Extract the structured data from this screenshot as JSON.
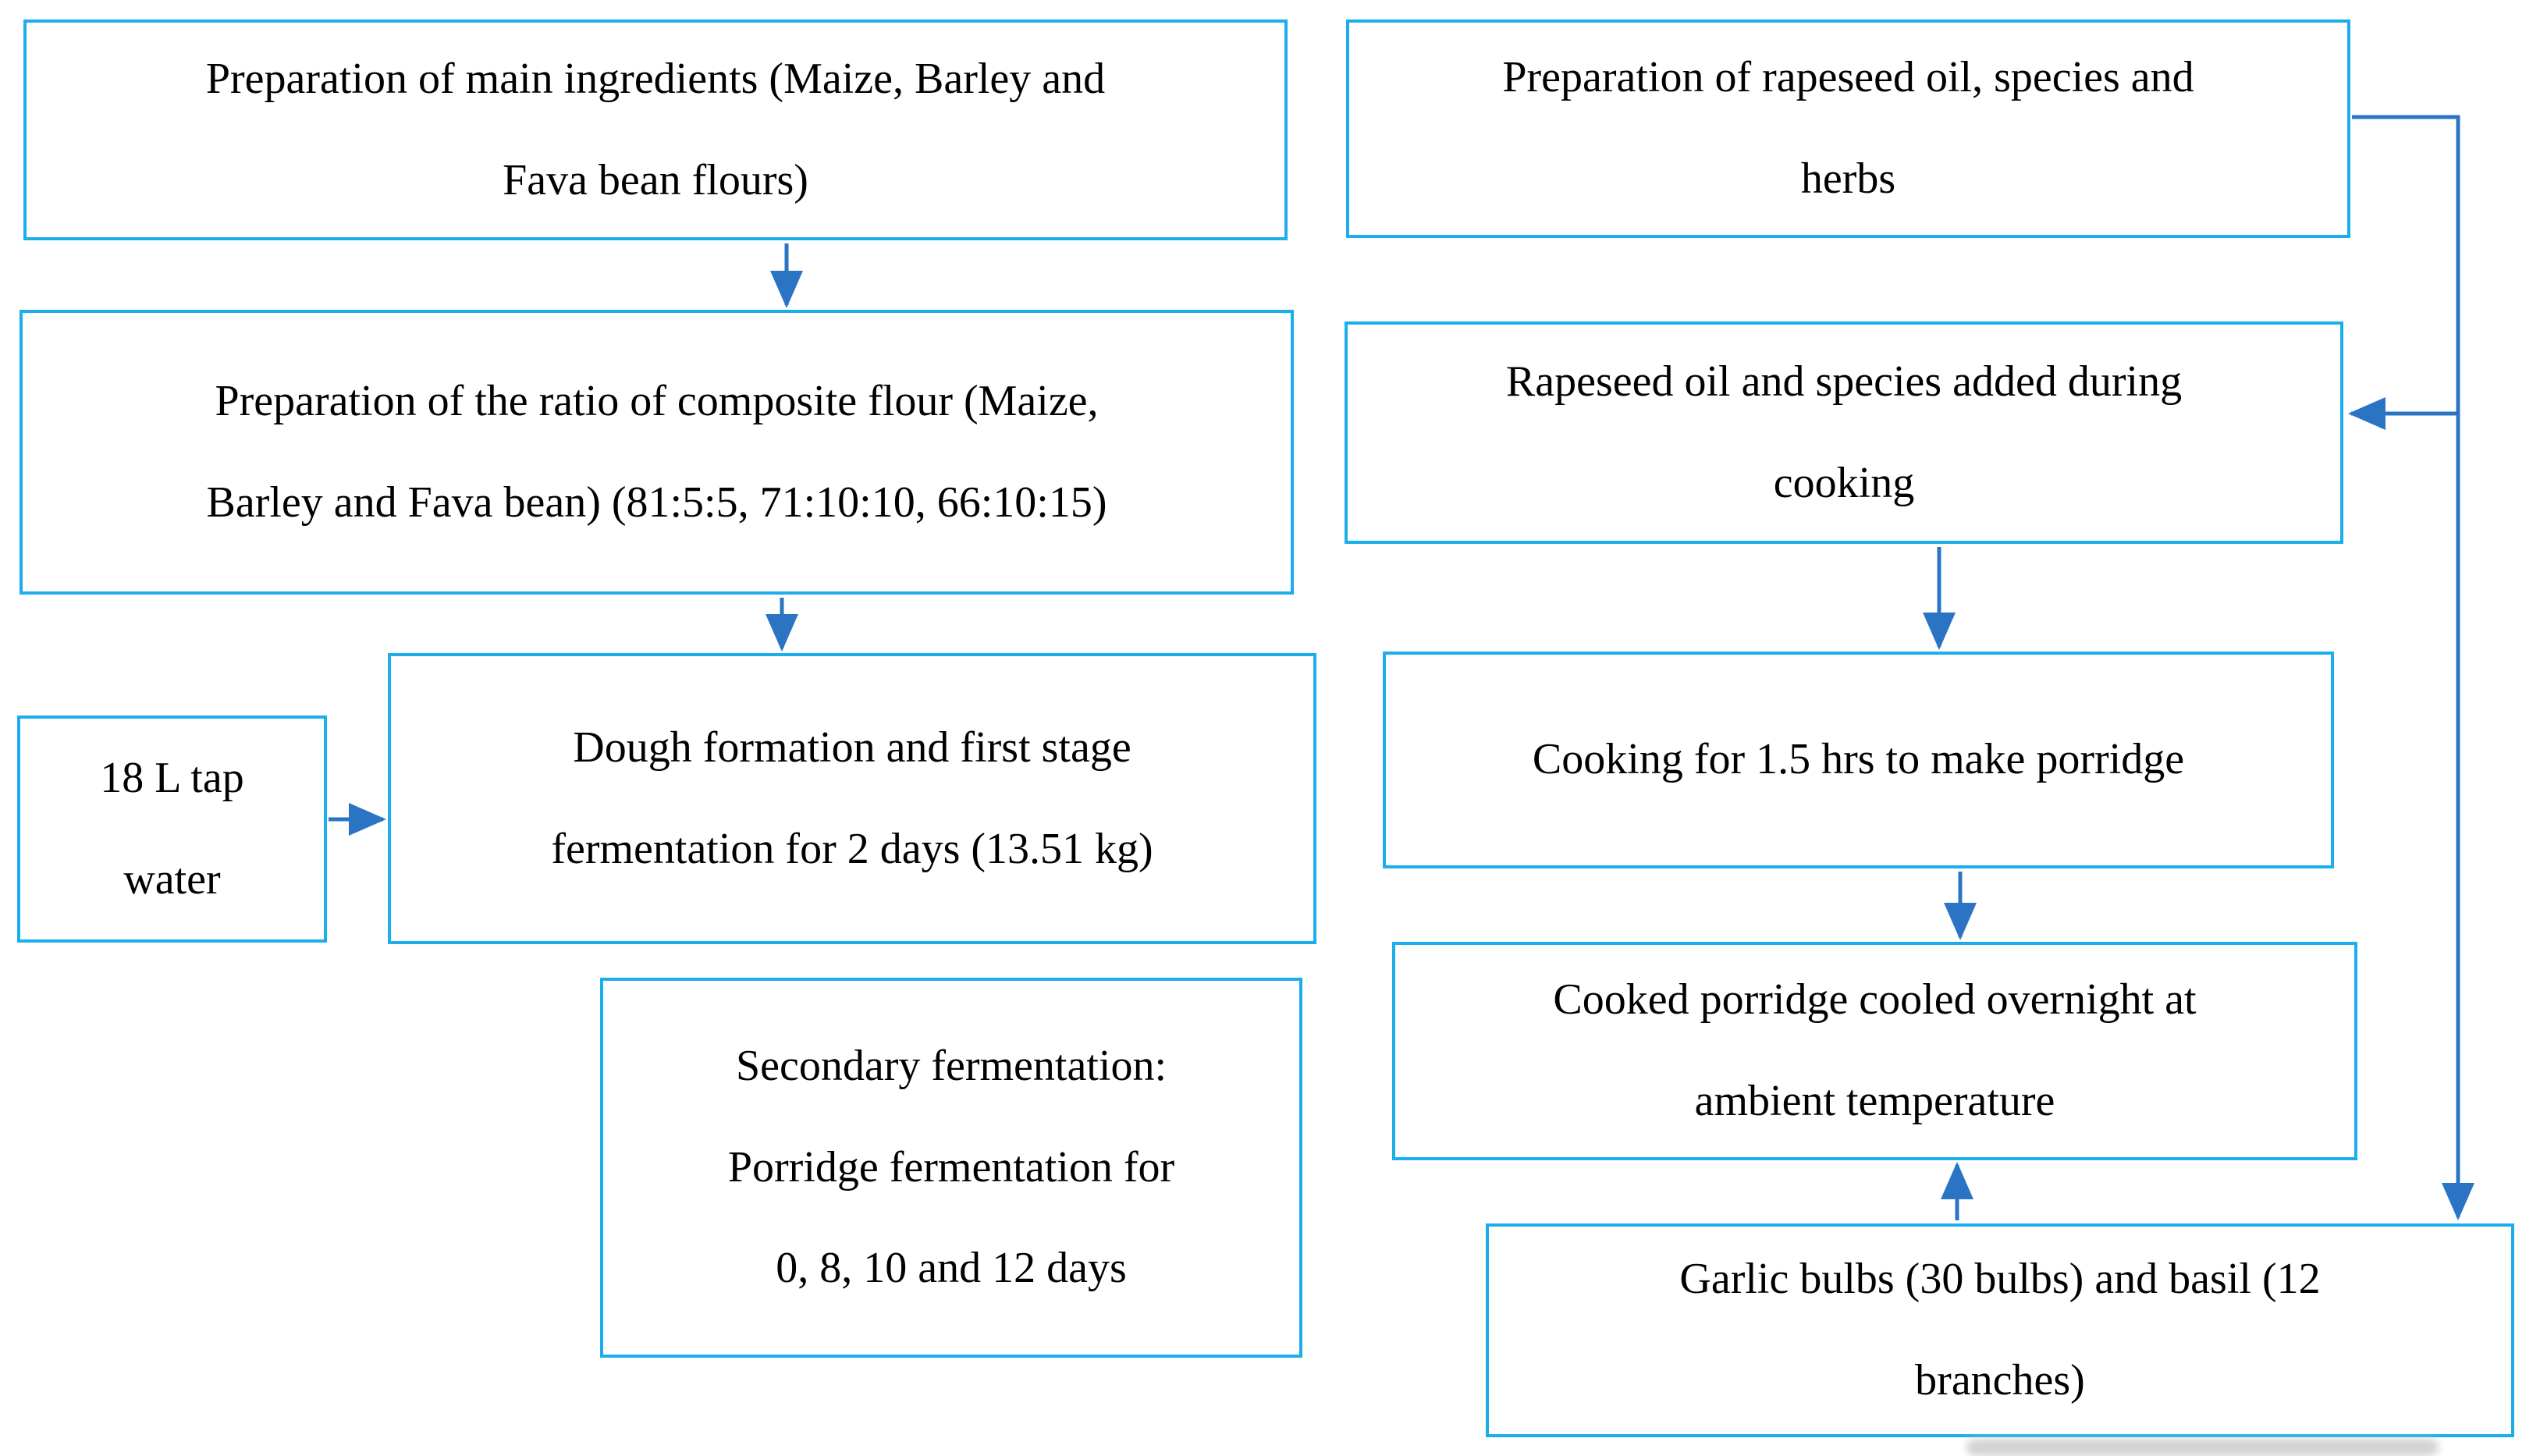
{
  "figure": {
    "type": "flowchart",
    "background_color": "#ffffff",
    "box_border_color": "#1CAEEC",
    "arrow_color": "#2B74C4"
  },
  "boxes": {
    "main_ingredients": {
      "text": "Preparation of main ingredients (Maize, Barley and\nFava bean flours)"
    },
    "composite_ratio": {
      "text": "Preparation of the ratio of composite flour (Maize,\nBarley and Fava bean) (81:5:5, 71:10:10, 66:10:15)"
    },
    "tap_water": {
      "text": "18 L tap\nwater"
    },
    "dough_formation": {
      "text": "Dough formation and first stage\nfermentation for 2 days (13.51 kg)"
    },
    "secondary_fermentation": {
      "text": "Secondary fermentation:\nPorridge fermentation for\n0, 8, 10 and 12 days"
    },
    "rapeseed_prep": {
      "text": "Preparation of rapeseed oil, species and\nherbs"
    },
    "rapeseed_added": {
      "text": "Rapeseed oil and species added during\ncooking"
    },
    "cooking": {
      "text": "Cooking for 1.5 hrs to make porridge"
    },
    "cooled_overnight": {
      "text": "Cooked porridge cooled overnight at\nambient temperature"
    },
    "garlic_basil": {
      "text": "Garlic bulbs (30 bulbs) and basil (12\nbranches)"
    }
  },
  "connections": [
    {
      "from": "main_ingredients",
      "to": "composite_ratio",
      "direction": "down"
    },
    {
      "from": "composite_ratio",
      "to": "dough_formation",
      "direction": "down"
    },
    {
      "from": "tap_water",
      "to": "dough_formation",
      "direction": "right"
    },
    {
      "from": "rapeseed_prep",
      "to": "rapeseed_added",
      "direction": "right-elbow-left"
    },
    {
      "from": "rapeseed_prep",
      "to": "garlic_basil",
      "direction": "right-elbow-down"
    },
    {
      "from": "rapeseed_added",
      "to": "cooking",
      "direction": "down"
    },
    {
      "from": "cooking",
      "to": "cooled_overnight",
      "direction": "down"
    },
    {
      "from": "garlic_basil",
      "to": "cooled_overnight",
      "direction": "up"
    }
  ]
}
